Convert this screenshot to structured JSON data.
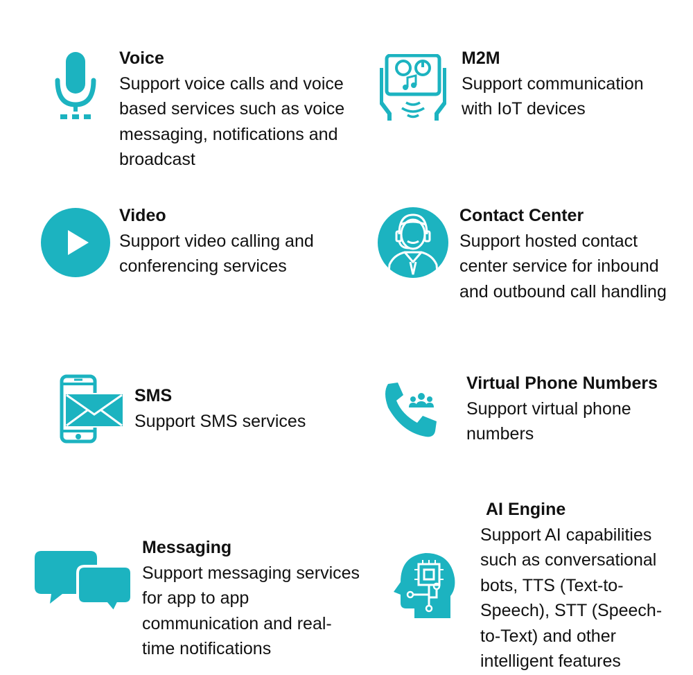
{
  "colors": {
    "accent": "#1cb3c0",
    "text": "#111111",
    "background": "#ffffff"
  },
  "features": [
    {
      "title": "Voice",
      "description": "Support voice calls and voice\nbased services such as voice\nmessaging, notifications and\nbroadcast",
      "icon": "microphone-icon"
    },
    {
      "title": "M2M",
      "description": "Support communication\nwith IoT devices",
      "icon": "iot-tablet-icon"
    },
    {
      "title": "Video",
      "description": "Support video calling and\nconferencing services",
      "icon": "play-icon"
    },
    {
      "title": "Contact Center",
      "description": "Support hosted contact\ncenter service for inbound\nand outbound call handling",
      "icon": "agent-headset-icon"
    },
    {
      "title": "SMS",
      "description": "Support SMS services",
      "icon": "phone-envelope-icon"
    },
    {
      "title": "Virtual Phone Numbers",
      "description": "Support virtual phone\nnumbers",
      "icon": "phone-group-icon"
    },
    {
      "title": "Messaging",
      "description": "Support messaging services\nfor app to app\ncommunication and real-\ntime notifications",
      "icon": "chat-bubbles-icon"
    },
    {
      "title": "AI Engine",
      "description": "Support AI capabilities\nsuch as conversational\nbots, TTS (Text-to-\nSpeech), STT (Speech-\nto-Text) and other\nintelligent features",
      "icon": "ai-head-icon"
    }
  ]
}
